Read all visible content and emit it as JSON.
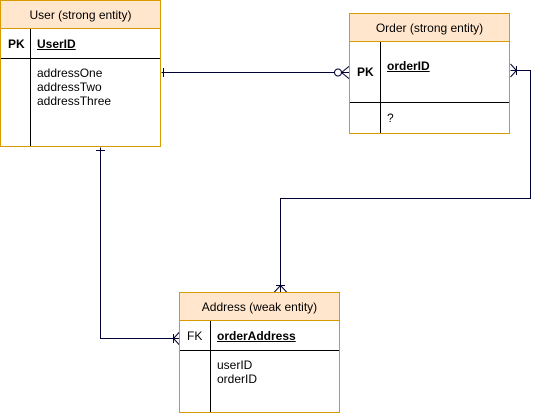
{
  "colors": {
    "entity_border": "#d79b00",
    "entity_header_fill": "#ffe6cc",
    "connector": "#000033"
  },
  "entities": {
    "user": {
      "title": "User (strong entity)",
      "key_type": "PK",
      "key_name": "UserID",
      "attributes": [
        "addressOne",
        "addressTwo",
        "addressThree"
      ]
    },
    "order": {
      "title": "Order (strong entity)",
      "key_type": "PK",
      "key_name": "orderID",
      "attributes": [
        "?"
      ]
    },
    "address": {
      "title": "Address (weak entity)",
      "key_type": "FK",
      "key_name": "orderAddress",
      "attributes": [
        "userID",
        "orderID"
      ]
    }
  },
  "relationships": [
    {
      "from": "user",
      "to": "order",
      "from_end": "one",
      "to_end": "zero-or-many"
    },
    {
      "from": "order",
      "to": "address",
      "from_end": "one-or-many",
      "to_end": "one-or-many"
    },
    {
      "from": "user",
      "to": "address",
      "from_end": "one",
      "to_end": "one-or-many"
    }
  ]
}
